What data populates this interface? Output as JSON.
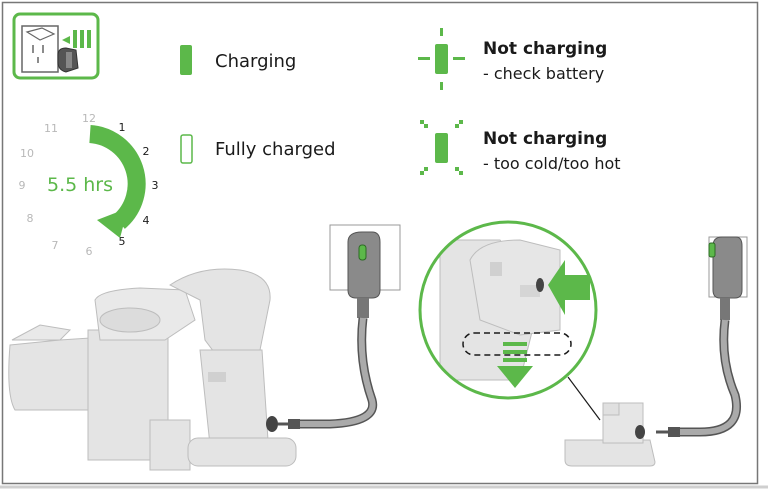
{
  "legend": {
    "charging": "Charging",
    "fully_charged": "Fully charged",
    "not_charging_battery_title": "Not charging",
    "not_charging_battery_desc": "- check battery",
    "not_charging_temp_title": "Not charging",
    "not_charging_temp_desc": "- too cold/too hot"
  },
  "clock": {
    "duration": "5.5 hrs",
    "hours": [
      "12",
      "1",
      "2",
      "3",
      "4",
      "5",
      "6",
      "7",
      "8",
      "9",
      "10",
      "11"
    ]
  },
  "colors": {
    "accent_green": "#5cb84a",
    "dark_green": "#3f9a33",
    "device_gray": "#e4e4e4",
    "outline_gray": "#bdbdbd",
    "charger_gray": "#8a8a8a",
    "dashed_green": "#4caf3c"
  },
  "icons": {
    "plug_socket": "plug-socket-icon",
    "indicator_light": "indicator-light-icon",
    "push_arrow": "push-arrow-icon"
  }
}
